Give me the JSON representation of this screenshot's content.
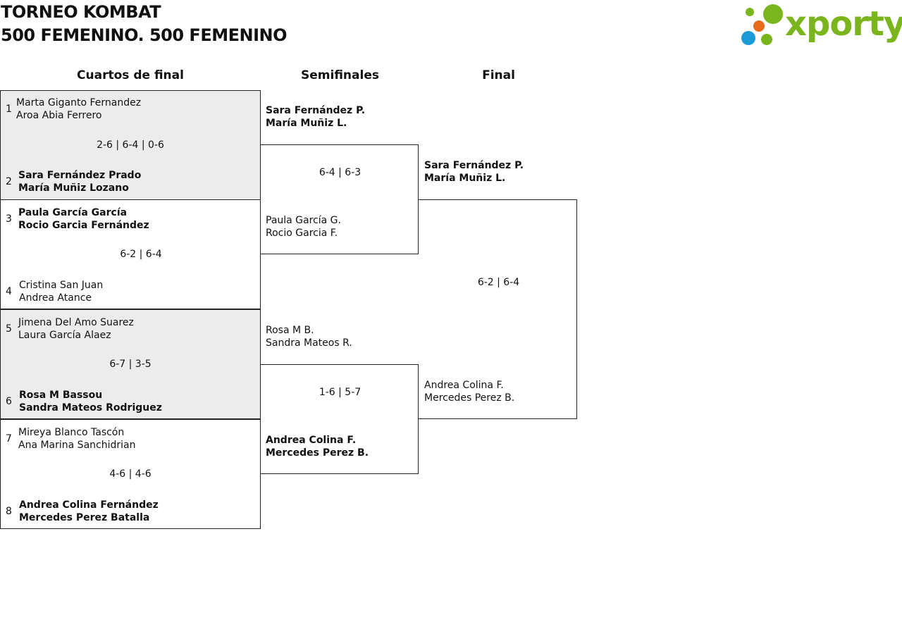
{
  "header": {
    "title_line1": "TORNEO KOMBAT",
    "title_line2": "500 FEMENINO. 500 FEMENINO",
    "logo_text": "xporty",
    "logo_colors": {
      "text": "#7ab51d",
      "dot_blue": "#1d9bd8",
      "dot_orange": "#ea6a1c",
      "dot_green": "#7ab51d"
    }
  },
  "rounds": {
    "quarterfinals": "Cuartos de final",
    "semifinals": "Semifinales",
    "final": "Final"
  },
  "quarterfinals": [
    {
      "score": "2-6 | 6-4 | 0-6",
      "top": {
        "seed": "1",
        "player1": "Marta Giganto Fernandez",
        "player2": "Aroa Abia Ferrero"
      },
      "bottom": {
        "seed": "2",
        "player1": "Sara Fernández Prado",
        "player2": "María Muñiz Lozano"
      }
    },
    {
      "score": "6-2 | 6-4",
      "top": {
        "seed": "3",
        "player1": "Paula García García",
        "player2": "Rocio Garcia Fernández"
      },
      "bottom": {
        "seed": "4",
        "player1": "Cristina San Juan",
        "player2": "Andrea Atance"
      }
    },
    {
      "score": "6-7 | 3-5",
      "top": {
        "seed": "5",
        "player1": "Jimena Del Amo Suarez",
        "player2": "Laura García Alaez"
      },
      "bottom": {
        "seed": "6",
        "player1": "Rosa M Bassou",
        "player2": "Sandra Mateos Rodriguez"
      }
    },
    {
      "score": "4-6 | 4-6",
      "top": {
        "seed": "7",
        "player1": "Mireya Blanco Tascón",
        "player2": "Ana Marina Sanchidrian"
      },
      "bottom": {
        "seed": "8",
        "player1": "Andrea Colina Fernández",
        "player2": "Mercedes Perez Batalla"
      }
    }
  ],
  "semifinals": [
    {
      "score": "6-4 | 6-3",
      "top": {
        "player1": "Sara Fernández P.",
        "player2": "María Muñiz L."
      },
      "bottom": {
        "player1": "Paula García G.",
        "player2": "Rocio Garcia F."
      }
    },
    {
      "score": "1-6 | 5-7",
      "top": {
        "player1": "Rosa M B.",
        "player2": "Sandra Mateos R."
      },
      "bottom": {
        "player1": "Andrea Colina F.",
        "player2": "Mercedes Perez B."
      }
    }
  ],
  "final": {
    "score": "6-2 | 6-4",
    "top": {
      "player1": "Sara Fernández P.",
      "player2": "María Muñiz L."
    },
    "bottom": {
      "player1": "Andrea Colina F.",
      "player2": "Mercedes Perez B."
    }
  }
}
